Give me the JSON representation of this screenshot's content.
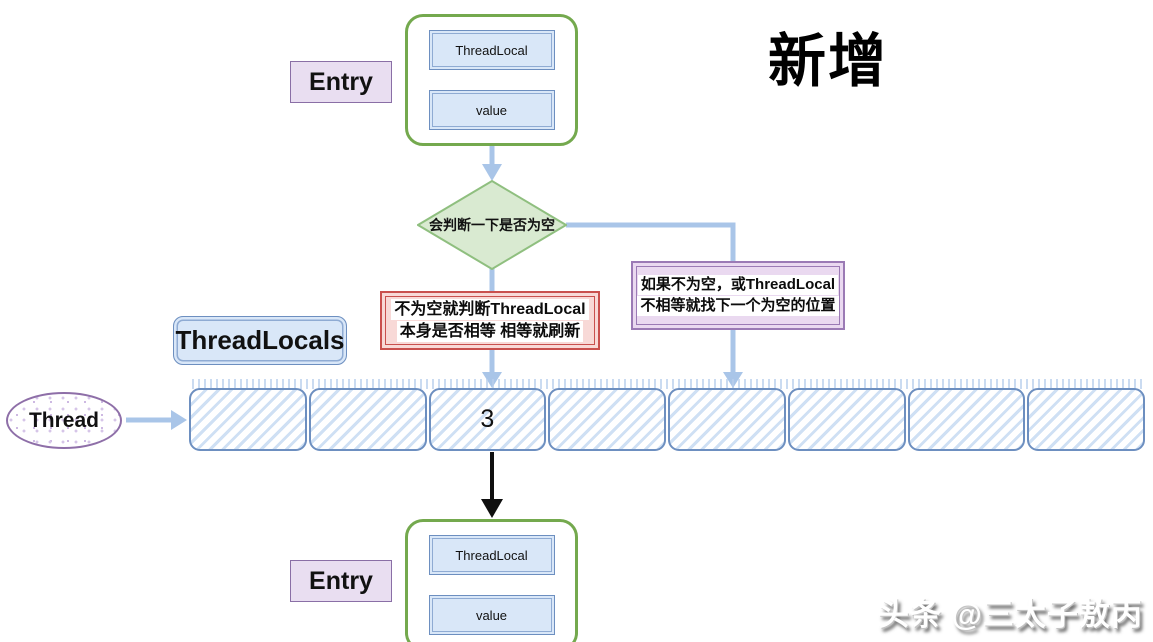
{
  "title": "新增",
  "watermark": "头条 @三太子敖丙",
  "colors": {
    "arrow": "#a9c5e8",
    "arrow_black": "#0f0f0f",
    "diamond_fill": "#d9ead1",
    "diamond_stroke": "#8fbf7f"
  },
  "entry_top": {
    "label": "Entry",
    "fields": [
      "ThreadLocal",
      "value"
    ]
  },
  "entry_bottom": {
    "label": "Entry",
    "fields": [
      "ThreadLocal",
      "value"
    ]
  },
  "diamond": {
    "text": "会判断一下是否为空"
  },
  "note_red": {
    "line1": "不为空就判断ThreadLocal",
    "line2": "本身是否相等 相等就刷新"
  },
  "note_purple": {
    "line1": "如果不为空，或ThreadLocal",
    "line2": "不相等就找下一个为空的位置"
  },
  "labels": {
    "threadlocals": "ThreadLocals",
    "thread": "Thread"
  },
  "array": {
    "slots": [
      "",
      "",
      "3",
      "",
      "",
      "",
      "",
      ""
    ]
  }
}
